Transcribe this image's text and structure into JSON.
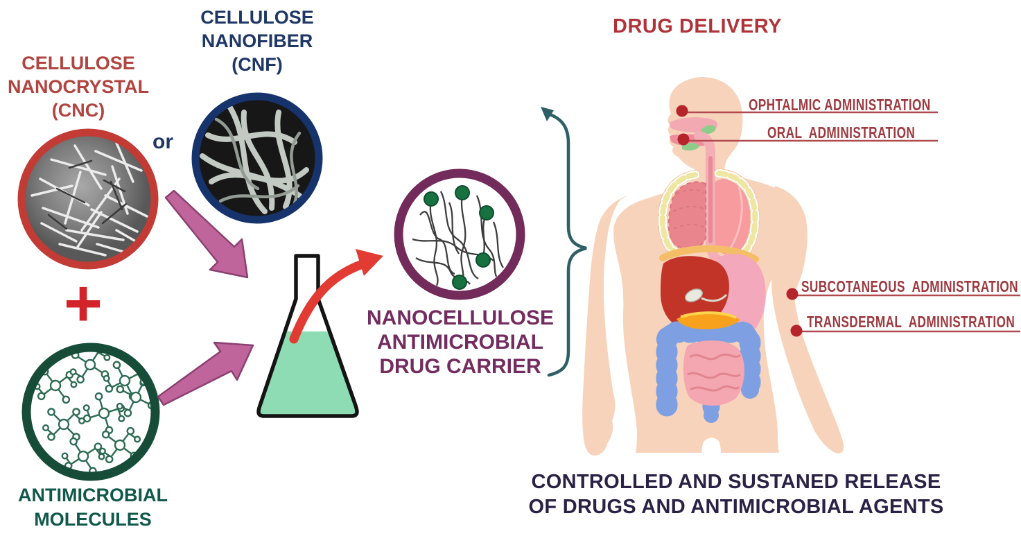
{
  "left": {
    "cnc_label": "CELLULOSE\nNANOCRYSTAL\n(CNC)",
    "or_label": "or",
    "cnf_label": "CELLULOSE\nNANOFIBER\n(CNF)",
    "plus_icon": "+",
    "antimicrobial_label": "ANTIMICROBIAL\nMOLECULES"
  },
  "center": {
    "carrier_label": "NANOCELLULOSE\nANTIMICROBIAL\nDRUG CARRIER"
  },
  "right": {
    "title": "DRUG DELIVERY",
    "routes": [
      {
        "label": "OPHTALMIC ADMINISTRATION"
      },
      {
        "label": "ORAL  ADMINISTRATION"
      },
      {
        "label": "SUBCOTANEOUS  ADMINISTRATION"
      },
      {
        "label": "TRANSDERMAL  ADMINISTRATION"
      }
    ],
    "caption": "CONTROLLED AND SUSTANED RELEASE\nOF DRUGS AND ANTIMICROBIAL AGENTS"
  },
  "colors": {
    "cnc_red": "#B2443F",
    "cnc_border": "#C23B34",
    "cnf_navy": "#1E3766",
    "molecule_green": "#10594A",
    "carrier_purple": "#732C5F",
    "title_red": "#B0333A",
    "route_label_red": "#9E3A40",
    "caption_navy": "#2A2145",
    "mix_arrow_pink": "#C0659C",
    "transfer_arrow_red": "#E23B33",
    "flask_liquid_mint": "#8EDCB3",
    "brace_teal": "#2D5F66",
    "skin_peach": "#F8D3BB",
    "intestine_blue": "#7EA0E2",
    "marker_dot_red": "#B5232B"
  }
}
